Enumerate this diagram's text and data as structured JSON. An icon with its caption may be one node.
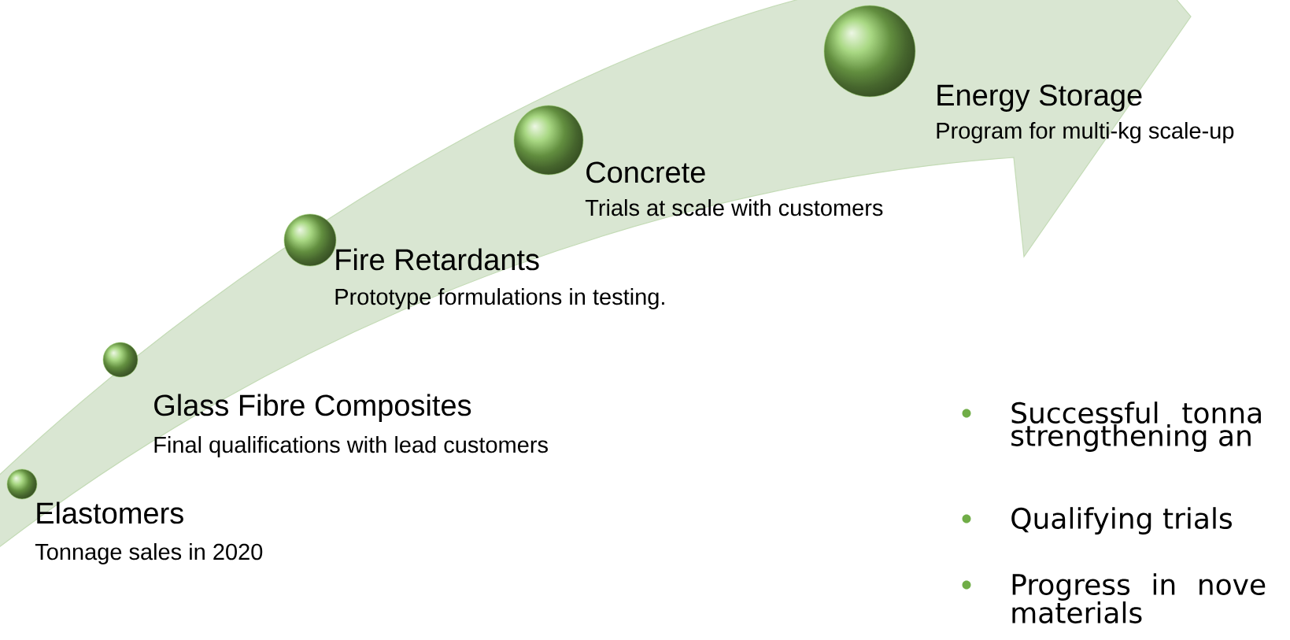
{
  "diagram": {
    "nodes": [
      {
        "text": [
          "Elastomers",
          "Tonnage sales in 2020"
        ]
      },
      {
        "text": [
          "Glass Fibre Composites",
          "Final qualifications with lead customers"
        ]
      },
      {
        "text": [
          "Fire Retardants",
          "Prototype formulations in testing."
        ]
      },
      {
        "text": [
          "Concrete",
          "Trials at scale with customers"
        ]
      },
      {
        "text": [
          "Energy Storage",
          "Program for multi-kg scale-up"
        ]
      }
    ],
    "labels": [
      "Successful tonna strengthening an",
      "Qualifying trials",
      "Progress in nove materials"
    ]
  }
}
